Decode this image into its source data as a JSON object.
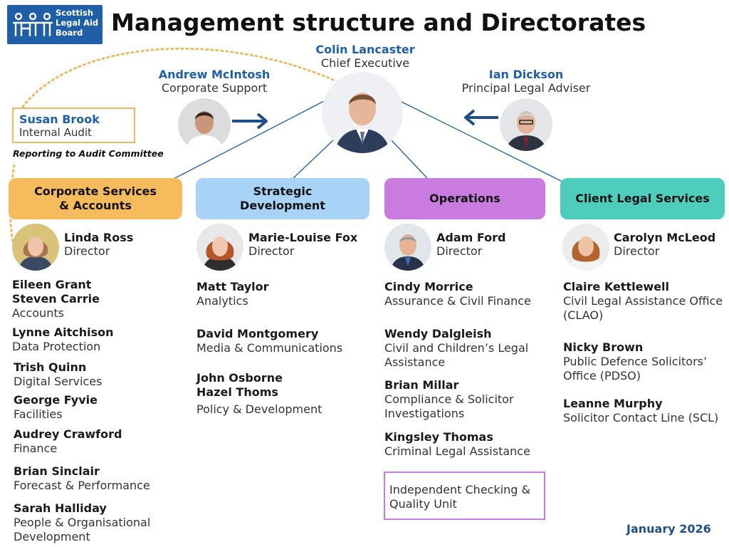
{
  "logo": {
    "line1": "Scottish",
    "line2": "Legal Aid",
    "line3": "Board"
  },
  "title": "Management structure and Directorates",
  "chief": {
    "name": "Colin Lancaster",
    "role": "Chief Executive"
  },
  "corporate_support": {
    "name": "Andrew McIntosh",
    "role": "Corporate Support"
  },
  "legal_adviser": {
    "name": "Ian Dickson",
    "role": "Principal Legal Adviser"
  },
  "audit": {
    "name": "Susan Brook",
    "role": "Internal Audit",
    "note": "Reporting to Audit Committee"
  },
  "directorates": [
    {
      "title_line1": "Corporate Services",
      "title_line2": "& Accounts",
      "director": {
        "name": "Linda Ross",
        "role": "Director"
      },
      "staff": [
        {
          "names": [
            "Eileen Grant",
            "Steven Carrie"
          ],
          "role": "Accounts"
        },
        {
          "names": [
            "Lynne Aitchison"
          ],
          "role": "Data Protection"
        },
        {
          "names": [
            "Trish Quinn"
          ],
          "role": "Digital Services"
        },
        {
          "names": [
            "George Fyvie"
          ],
          "role": "Facilities"
        },
        {
          "names": [
            "Audrey Crawford"
          ],
          "role": "Finance"
        },
        {
          "names": [
            "Brian Sinclair"
          ],
          "role": "Forecast & Performance"
        },
        {
          "names": [
            "Sarah Halliday"
          ],
          "role": "People & Organisational Development"
        }
      ]
    },
    {
      "title_line1": "Strategic",
      "title_line2": "Development",
      "director": {
        "name": "Marie-Louise Fox",
        "role": "Director"
      },
      "staff": [
        {
          "names": [
            "Matt Taylor"
          ],
          "role": "Analytics"
        },
        {
          "names": [
            "David Montgomery"
          ],
          "role": "Media & Communications"
        },
        {
          "names": [
            "John Osborne",
            "Hazel Thoms"
          ],
          "role": "Policy & Development"
        }
      ]
    },
    {
      "title_line1": "Operations",
      "title_line2": "",
      "director": {
        "name": "Adam Ford",
        "role": "Director"
      },
      "staff": [
        {
          "names": [
            "Cindy Morrice"
          ],
          "role": "Assurance & Civil Finance"
        },
        {
          "names": [
            "Wendy Dalgleish"
          ],
          "role": "Civil and Children’s Legal Assistance"
        },
        {
          "names": [
            "Brian Millar"
          ],
          "role": "Compliance & Solicitor Investigations"
        },
        {
          "names": [
            "Kingsley Thomas"
          ],
          "role": "Criminal Legal Assistance"
        }
      ],
      "unit": "Independent Checking & Quality Unit"
    },
    {
      "title_line1": "Client Legal Services",
      "title_line2": "",
      "director": {
        "name": "Carolyn McLeod",
        "role": "Director"
      },
      "staff": [
        {
          "names": [
            "Claire Kettlewell"
          ],
          "role": "Civil Legal Assistance Office (CLAO)"
        },
        {
          "names": [
            "Nicky Brown"
          ],
          "role": "Public Defence Solicitors’ Office (PDSO)"
        },
        {
          "names": [
            "Leanne Murphy"
          ],
          "role": "Solicitor Contact Line (SCL)"
        }
      ]
    }
  ],
  "date": "January 2026",
  "colors": {
    "brand_blue": "#1f5fa8",
    "corporate": "#f6bb5c",
    "strategic": "#a9d2f7",
    "operations": "#c97be0",
    "client_legal": "#4ecdbd",
    "audit_border": "#f2b85c"
  }
}
